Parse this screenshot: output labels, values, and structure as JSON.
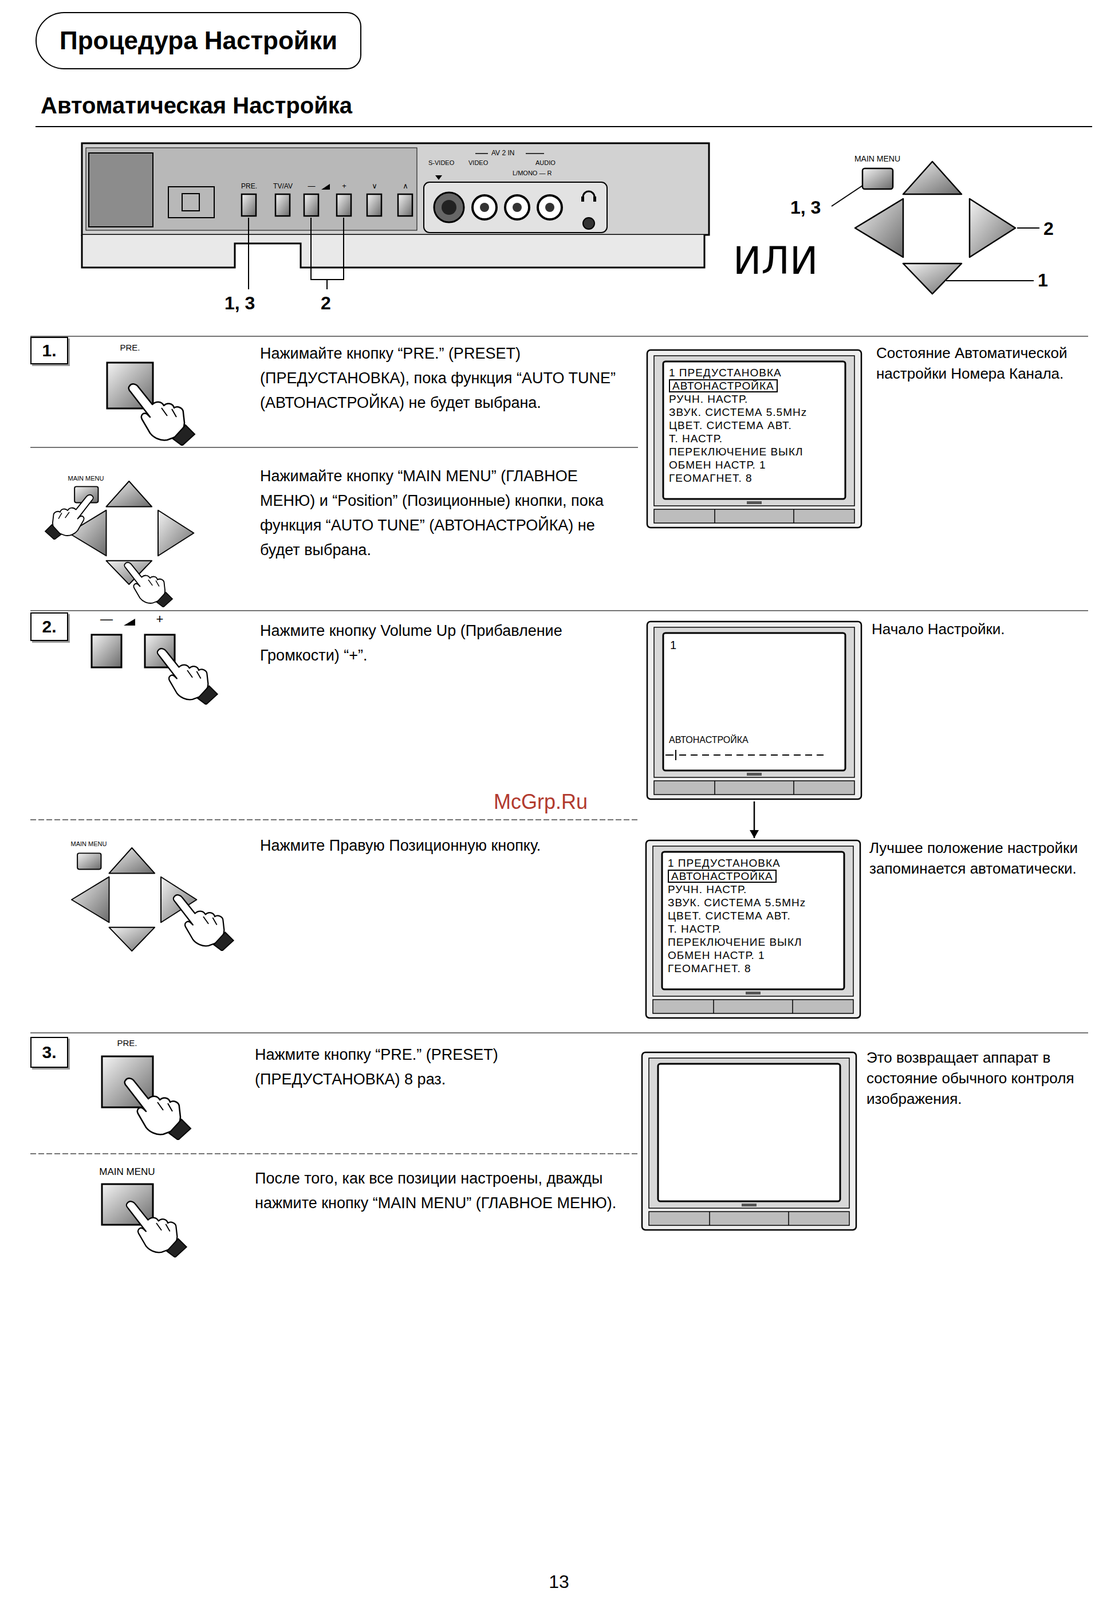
{
  "diagram": {
    "title": "Процедура Настройки",
    "nodes": [
      {
        "text": [
          "1."
        ]
      },
      {
        "text": [
          "1 ПРЕДУСТАНОВКА",
          "АВТОНАСТРОЙКА",
          "РУЧН. НАСТР.",
          "ЗВУК. СИСТЕМА 5.5MHz",
          "ЦВЕТ. СИСТЕМА АВТ.",
          "Т. НАСТР.",
          "ПЕРЕКЛЮЧЕНИЕ ВЫКЛ",
          "ОБМЕН НАСТР. 1",
          "ГЕОМАГНЕТ. 8"
        ]
      },
      {
        "text": [
          "2."
        ]
      },
      {
        "text": [
          "1",
          "АВТОНАСТРОЙКА"
        ]
      },
      {
        "text": [
          "1 ПРЕДУСТАНОВКА",
          "АВТОНАСТРОЙКА",
          "РУЧН. НАСТР.",
          "ЗВУК. СИСТЕМА 5.5MHz",
          "ЦВЕТ. СИСТЕМА АВТ.",
          "Т. НАСТР.",
          "ПЕРЕКЛЮЧЕНИЕ ВЫКЛ",
          "ОБМЕН НАСТР. 1",
          "ГЕОМАГНЕТ. 8"
        ]
      },
      {
        "text": [
          "3."
        ]
      }
    ],
    "edges": [
      {
        "from": 3,
        "to": 4,
        "arrow": "to"
      }
    ],
    "labels": [
      "Автоматическая Настройка",
      "PRE.",
      "TV/AV",
      "—",
      "+",
      "∨",
      "∧",
      "AV 2 IN",
      "S-VIDEO",
      "VIDEO",
      "AUDIO",
      "L/MONO — R",
      "1, 3",
      "2",
      "MAIN MENU",
      "1, 3",
      "2",
      "1",
      "ИЛИ",
      "PRE.",
      "Нажимайте кнопку “PRE.” (PRESET) (ПРЕДУСТАНОВКА), пока функция “AUTO TUNE” (АВТОНАСТРОЙКА) не будет выбрана.",
      "Состояние Автоматической настройки Номера Канала.",
      "MAIN MENU",
      "Нажимайте кнопку “MAIN MENU” (ГЛАВНОЕ МЕНЮ) и “Position” (Позиционные) кнопки, пока функция “AUTO TUNE” (АВТОНАСТРОЙКА) не будет выбрана.",
      "—",
      "+",
      "Нажмите кнопку Volume Up (Прибавление Громкости) “+”.",
      "Начало Настройки.",
      "McGrp.Ru",
      "MAIN MENU",
      "Нажмите Правую Позиционную кнопку.",
      "Лучшее положение настройки запоминается автоматически.",
      "PRE.",
      "Нажмите кнопку “PRE.” (PRESET) (ПРЕДУСТАНОВКА) 8 раз.",
      "Это возвращает аппарат в состояние обычного контроля изображения.",
      "MAIN MENU",
      "После того, как все позиции настроены, дважды нажмите кнопку “MAIN MENU” (ГЛАВНОЕ МЕНЮ).",
      "13"
    ]
  }
}
